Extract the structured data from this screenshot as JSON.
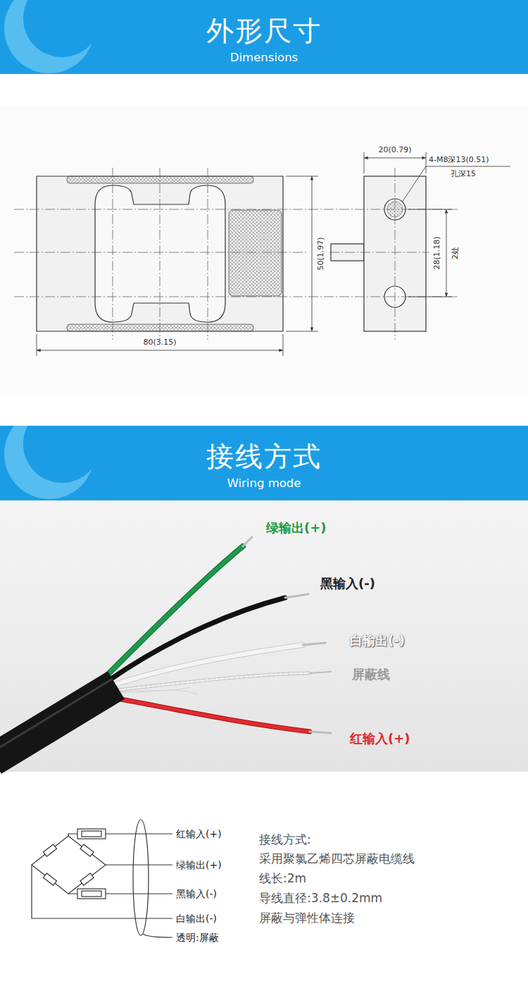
{
  "diagram": {
    "nodes": [
      {
        "text": [
          "外形尺寸",
          "Dimensions"
        ]
      },
      {
        "text": [
          "接线方式",
          "Wiring mode"
        ]
      }
    ],
    "labels": [
      "80(3.15)",
      "50(1.97)",
      "20(0.79)",
      "4-M8深13(0.51)",
      "孔深15",
      "28(1.18)",
      "2处",
      "绿输出(+)",
      "黑输入(-)",
      "白输出(-)",
      "屏蔽线",
      "红输入(+)",
      "红输入(+)",
      "绿输出(+)",
      "黑输入(-)",
      "白输出(-)",
      "透明:屏蔽",
      "接线方式:",
      "采用聚氯乙烯四芯屏蔽电缆线",
      "线长:2m",
      "导线直径:3.8±0.2mm",
      "屏蔽与弹性体连接"
    ]
  }
}
